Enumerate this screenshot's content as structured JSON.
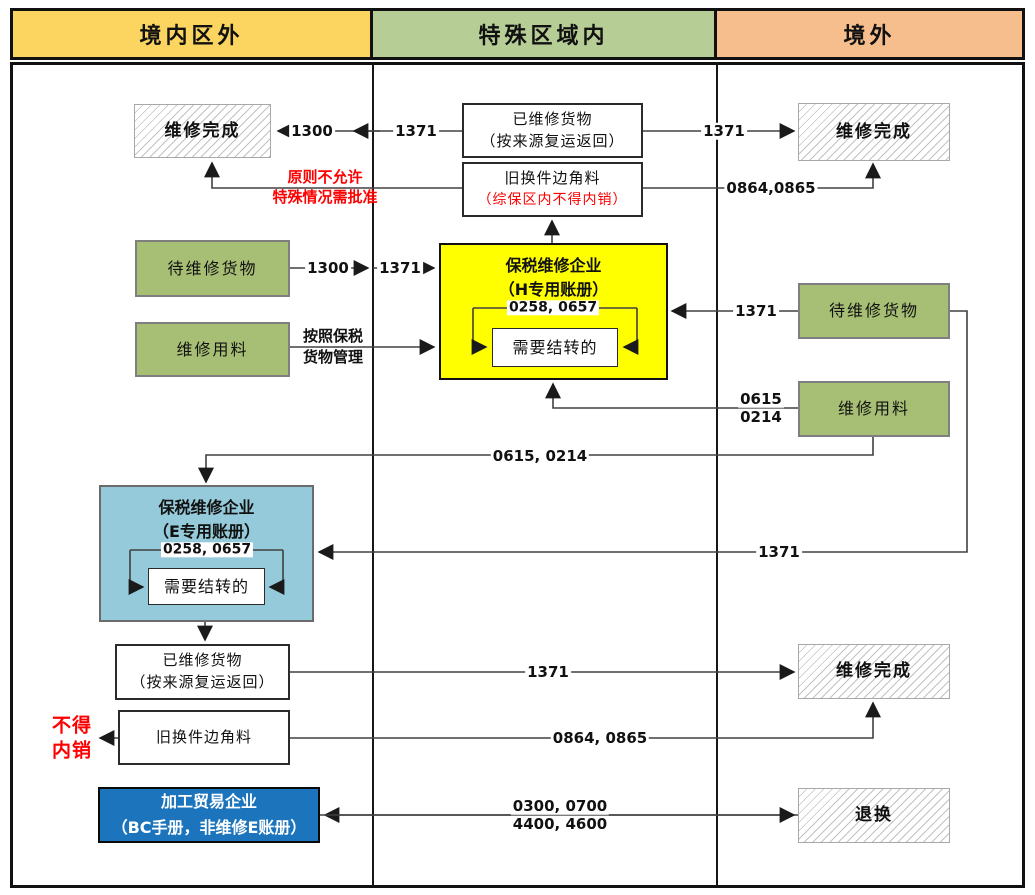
{
  "headers": {
    "domestic_outside_zone": "境内区外",
    "special_zone": "特殊区域内",
    "overseas": "境外"
  },
  "boxes": {
    "repair_done_top_left": {
      "label": "维修完成"
    },
    "repaired_goods_top": {
      "line1": "已维修货物",
      "line2": "（按来源复运返回）"
    },
    "old_parts_top": {
      "line1": "旧换件边角料",
      "line2": "（综保区内不得内销）"
    },
    "repair_done_top_right": {
      "label": "维修完成"
    },
    "pending_goods_domestic": {
      "label": "待维修货物"
    },
    "repair_materials_domestic": {
      "label": "维修用料"
    },
    "bonded_repair_h": {
      "line1": "保税维修企业",
      "line2": "（H专用账册）",
      "loop_label": "0258, 0657",
      "inner": "需要结转的"
    },
    "pending_goods_overseas": {
      "label": "待维修货物"
    },
    "repair_materials_overseas": {
      "label": "维修用料"
    },
    "bonded_repair_e": {
      "line1": "保税维修企业",
      "line2": "（E专用账册）",
      "loop_label": "0258, 0657",
      "inner": "需要结转的"
    },
    "repaired_goods_bottom": {
      "line1": "已维修货物",
      "line2": "（按来源复运返回）"
    },
    "old_parts_bottom": {
      "label": "旧换件边角料"
    },
    "processing_trade": {
      "line1": "加工贸易企业",
      "line2": "（BC手册，非维修E账册）"
    },
    "repair_done_bottom_right": {
      "label": "维修完成"
    },
    "returns": {
      "label": "退换"
    }
  },
  "edge_labels": {
    "top_1300": "1300",
    "top_1371_left": "1371",
    "top_1371_right": "1371",
    "top_0864_0865": "0864,0865",
    "note_top_line1": "原则不允许",
    "note_top_line2": "特殊情况需批准",
    "mid_1300": "1300",
    "mid_1371": "1371",
    "bonded_mgmt_line1": "按照保税",
    "bonded_mgmt_line2": "货物管理",
    "overseas_in_1371": "1371",
    "overseas_0615": "0615",
    "overseas_0214": "0214",
    "transfer_0615_0214": "0615, 0214",
    "to_e_1371": "1371",
    "bottom_1371": "1371",
    "bottom_0864_0865": "0864, 0865",
    "no_domestic_line1": "不得",
    "no_domestic_line2": "内销",
    "trade_0300_0700": "0300, 0700",
    "trade_4400_4600": "4400, 4600"
  },
  "colors": {
    "header_yellow": "#FBD560",
    "header_green": "#B6CE96",
    "header_orange": "#F7BE8D",
    "green_box": "#A7BF74",
    "yellow_box": "#FFFF00",
    "light_blue_box": "#95CADA",
    "dark_blue_box": "#1C75BC",
    "warning_red": "#FE0000"
  }
}
